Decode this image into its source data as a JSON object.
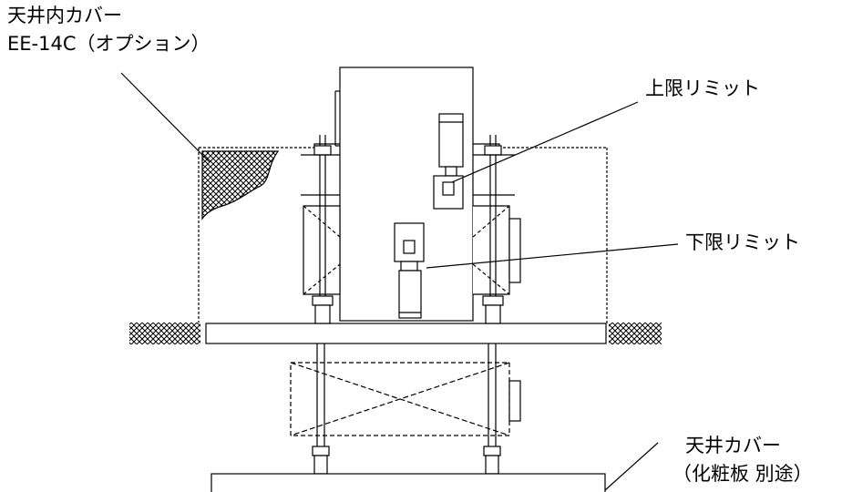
{
  "labels": {
    "ceiling_inner_cover": "天井内カバー",
    "ceiling_inner_cover_model": "EE-14C（オプション）",
    "upper_limit": "上限リミット",
    "lower_limit": "下限リミット",
    "ceiling_cover": "天井カバー",
    "ceiling_cover_note": "（化粧板 別途）"
  },
  "colors": {
    "line": "#000000",
    "background": "#ffffff"
  }
}
